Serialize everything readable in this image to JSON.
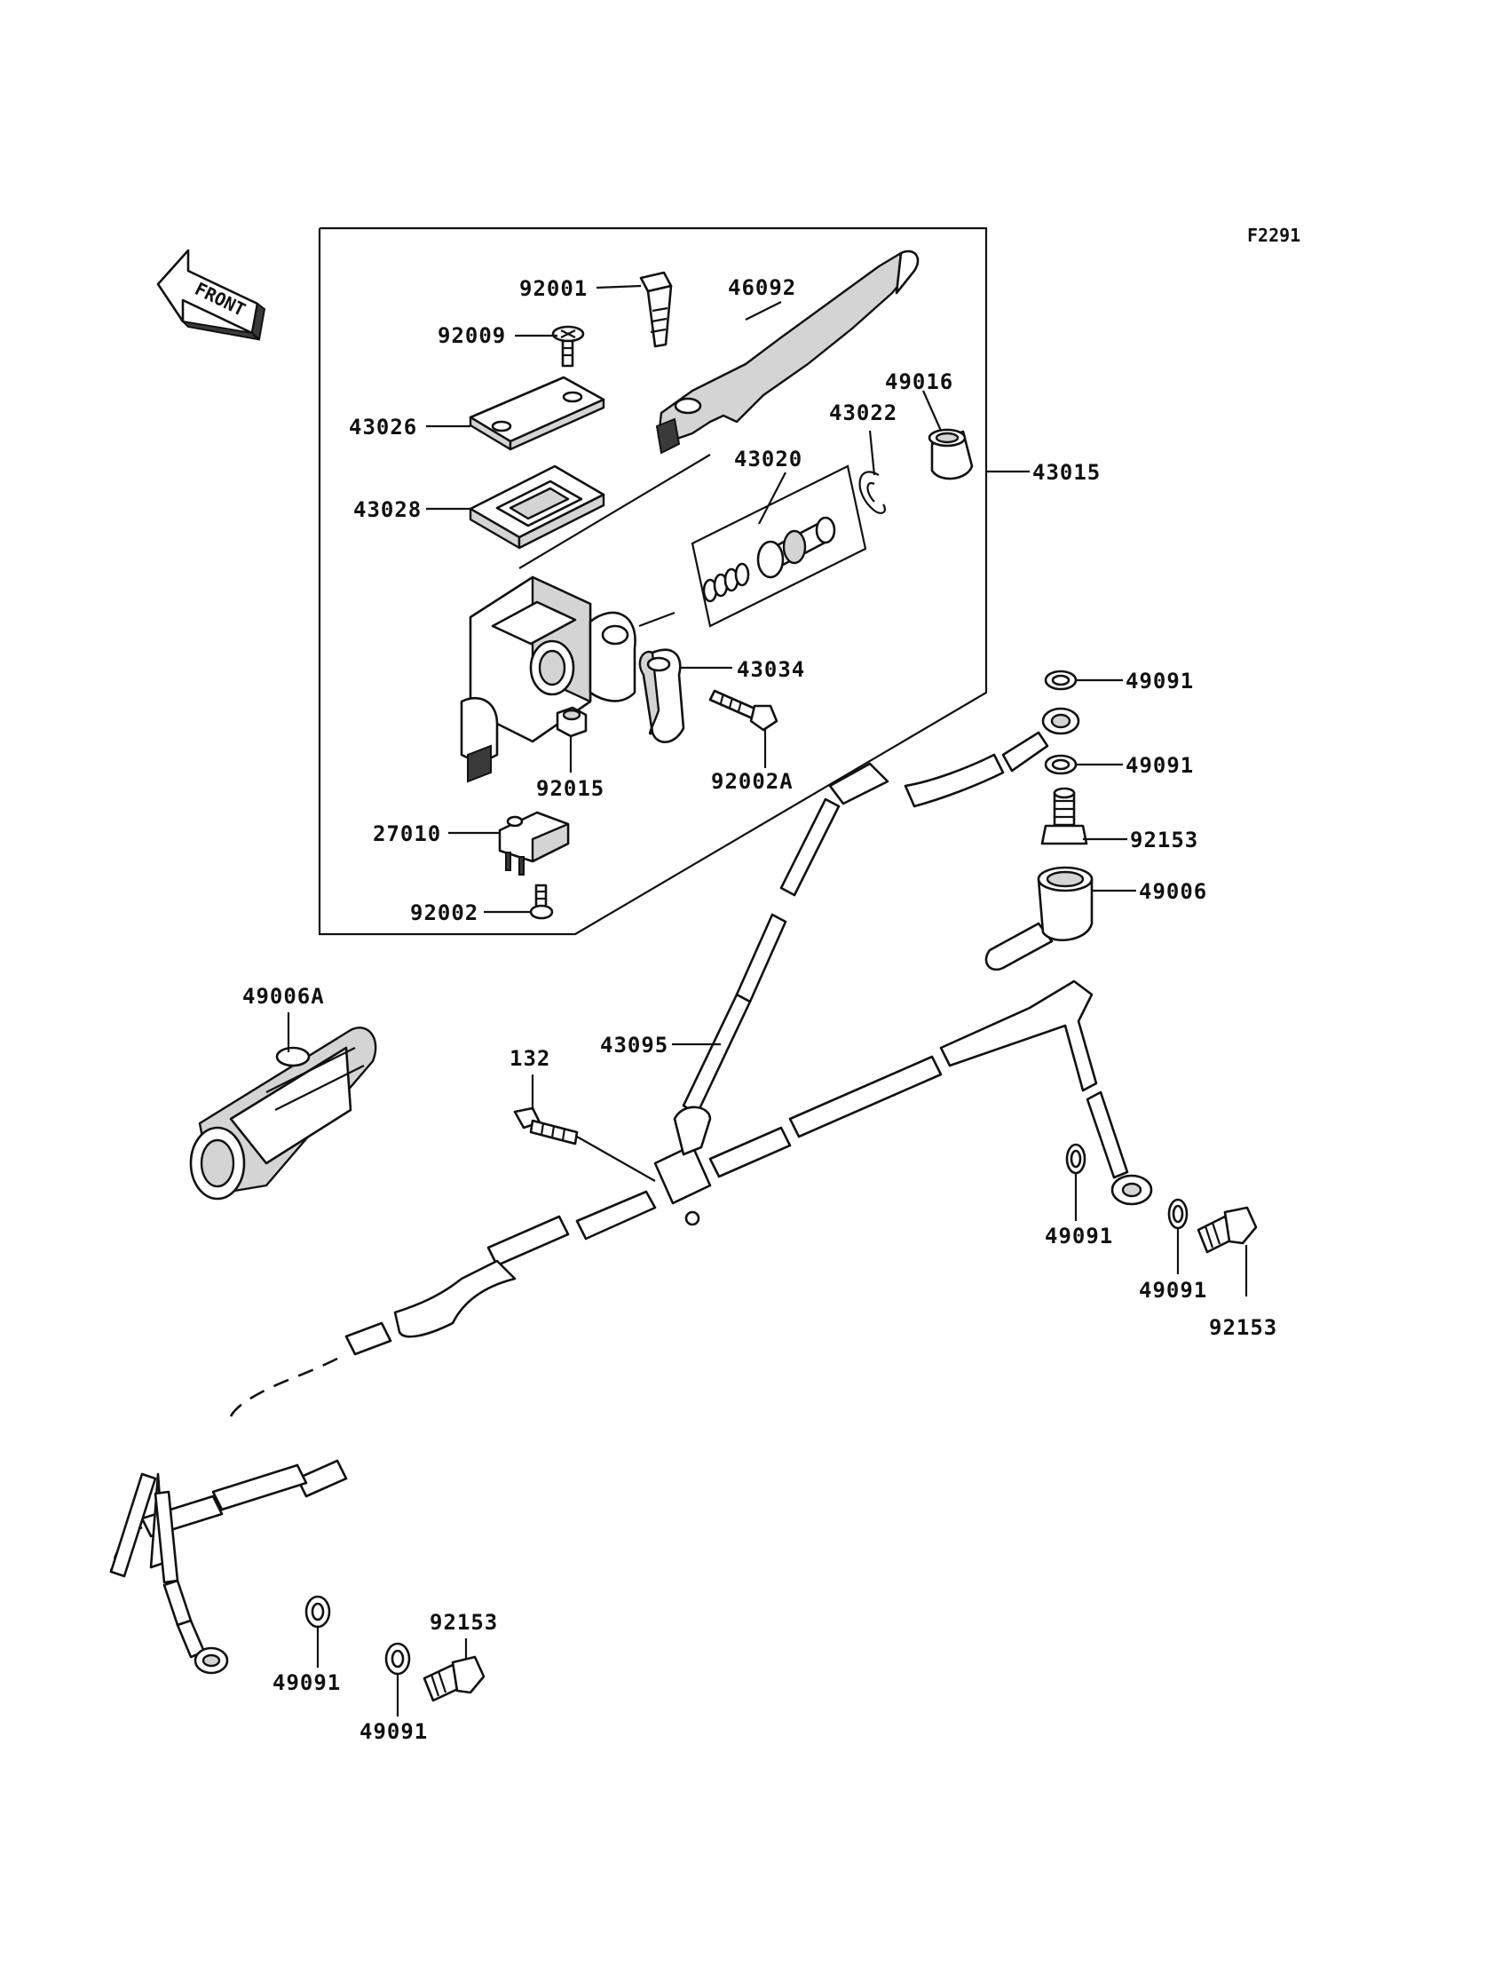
{
  "diagram_code": "F2291",
  "front_label": "FRONT",
  "parts": {
    "p92001": "92001",
    "p46092": "46092",
    "p92009": "92009",
    "p49016": "49016",
    "p43026": "43026",
    "p43022": "43022",
    "p43020": "43020",
    "p43015": "43015",
    "p43028": "43028",
    "p43034": "43034",
    "p49091_a": "49091",
    "p49091_b": "49091",
    "p92015": "92015",
    "p92002a": "92002A",
    "p92153_a": "92153",
    "p27010": "27010",
    "p49006": "49006",
    "p92002": "92002",
    "p49006a": "49006A",
    "p132": "132",
    "p43095": "43095",
    "p49091_c": "49091",
    "p49091_d": "49091",
    "p92153_b": "92153",
    "p92153_c": "92153",
    "p49091_e": "49091",
    "p49091_f": "49091"
  }
}
